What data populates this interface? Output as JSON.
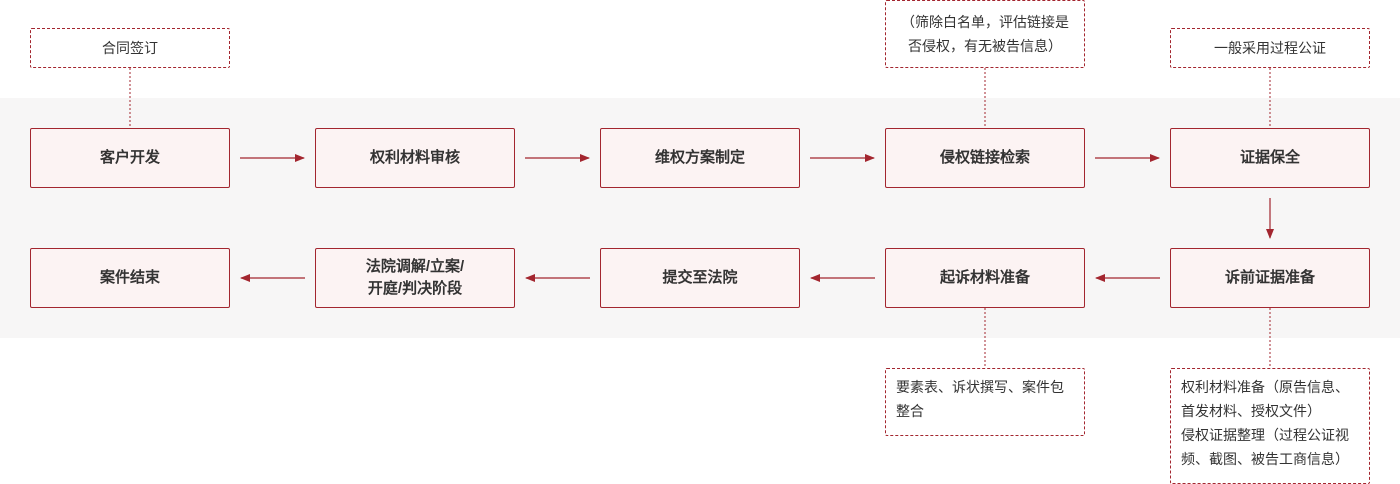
{
  "steps": {
    "s1": "客户开发",
    "s2": "权利材料审核",
    "s3": "维权方案制定",
    "s4": "侵权链接检索",
    "s5": "证据保全",
    "s6": "诉前证据准备",
    "s7": "起诉材料准备",
    "s8": "提交至法院",
    "s9": [
      "法院调解/立案/",
      "开庭/判决阶段"
    ],
    "s10": "案件结束"
  },
  "notes": {
    "n1": "合同签订",
    "n4": [
      "（筛除白名单，评估链接是",
      "否侵权，有无被告信息）"
    ],
    "n5": "一般采用过程公证",
    "n7": [
      "要素表、诉状撰写、案件包",
      "整合"
    ],
    "n6": [
      "权利材料准备（原告信息、",
      "首发材料、授权文件）",
      "侵权证据整理（过程公证视",
      "频、截图、被告工商信息）"
    ]
  },
  "colors": {
    "accent": "#a3262f",
    "box_fill": "#fcf3f3",
    "band": "#f7f6f6"
  }
}
